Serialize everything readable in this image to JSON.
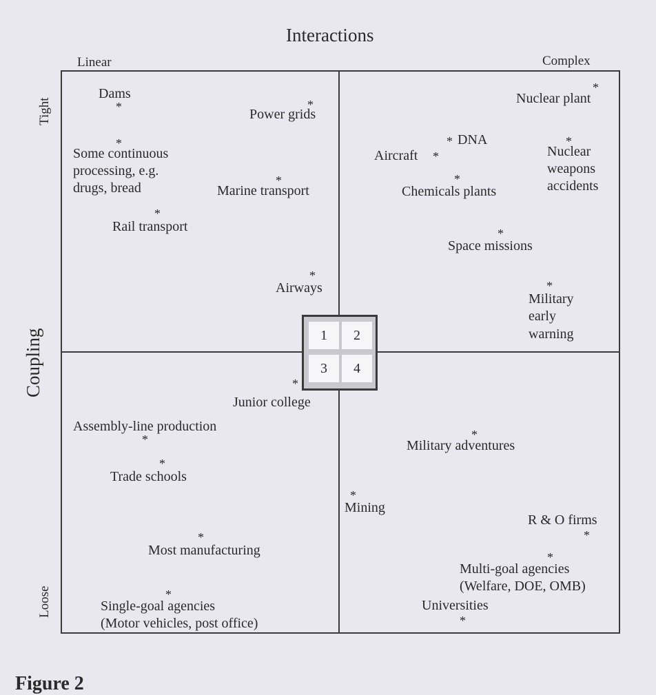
{
  "title": "Interactions",
  "x_axis": {
    "left": "Linear",
    "right": "Complex"
  },
  "y_axis": {
    "label": "Coupling",
    "top": "Tight",
    "bottom": "Loose"
  },
  "quadrant_numbers": [
    "1",
    "2",
    "3",
    "4"
  ],
  "items": {
    "dams": "Dams",
    "power_grids": "Power grids",
    "continuous_processing": [
      "Some continuous",
      "processing, e.g.",
      "drugs, bread"
    ],
    "marine_transport": "Marine transport",
    "rail_transport": "Rail transport",
    "airways": "Airways",
    "nuclear_plant": "Nuclear plant",
    "dna": "DNA",
    "aircraft": "Aircraft",
    "nuclear_weapons": [
      "Nuclear",
      "weapons",
      "accidents"
    ],
    "chemical_plants": "Chemicals plants",
    "space_missions": "Space missions",
    "military_warning": [
      "Military",
      "early",
      "warning"
    ],
    "junior_college": "Junior college",
    "assembly_line": "Assembly-line production",
    "trade_schools": "Trade schools",
    "most_manufacturing": "Most manufacturing",
    "single_goal": [
      "Single-goal agencies",
      "(Motor vehicles, post office)"
    ],
    "military_adventures": "Military adventures",
    "mining": "Mining",
    "rd_firms": "R & O firms",
    "multi_goal": [
      "Multi-goal agencies",
      "(Welfare, DOE, OMB)"
    ],
    "universities": "Universities"
  },
  "caption": "Figure 2"
}
